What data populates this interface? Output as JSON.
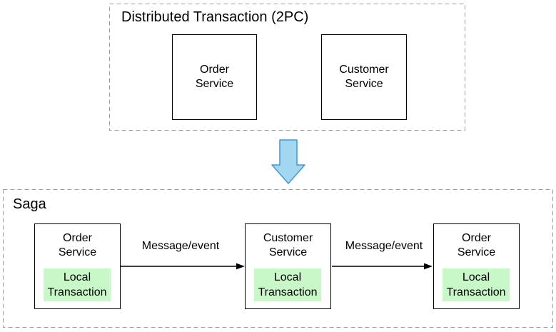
{
  "colors": {
    "green_fill": "#c8f7c8",
    "arrow_fill": "#a3d7f1",
    "arrow_stroke": "#3d9ad8",
    "dashed_border": "#9e9e9e",
    "box_border": "#000000",
    "text_color": "#000000"
  },
  "two_pc": {
    "title": "Distributed Transaction (2PC)",
    "services": [
      {
        "label": "Order\nService"
      },
      {
        "label": "Customer\nService"
      }
    ]
  },
  "transition": {
    "icon": "thick-down-arrow"
  },
  "saga": {
    "title": "Saga",
    "steps": [
      {
        "service": "Order\nService",
        "local": "Local\nTransaction"
      },
      {
        "service": "Customer\nService",
        "local": "Local\nTransaction"
      },
      {
        "service": "Order\nService",
        "local": "Local\nTransaction"
      }
    ],
    "connectors": [
      {
        "label": "Message/event"
      },
      {
        "label": "Message/event"
      }
    ]
  }
}
